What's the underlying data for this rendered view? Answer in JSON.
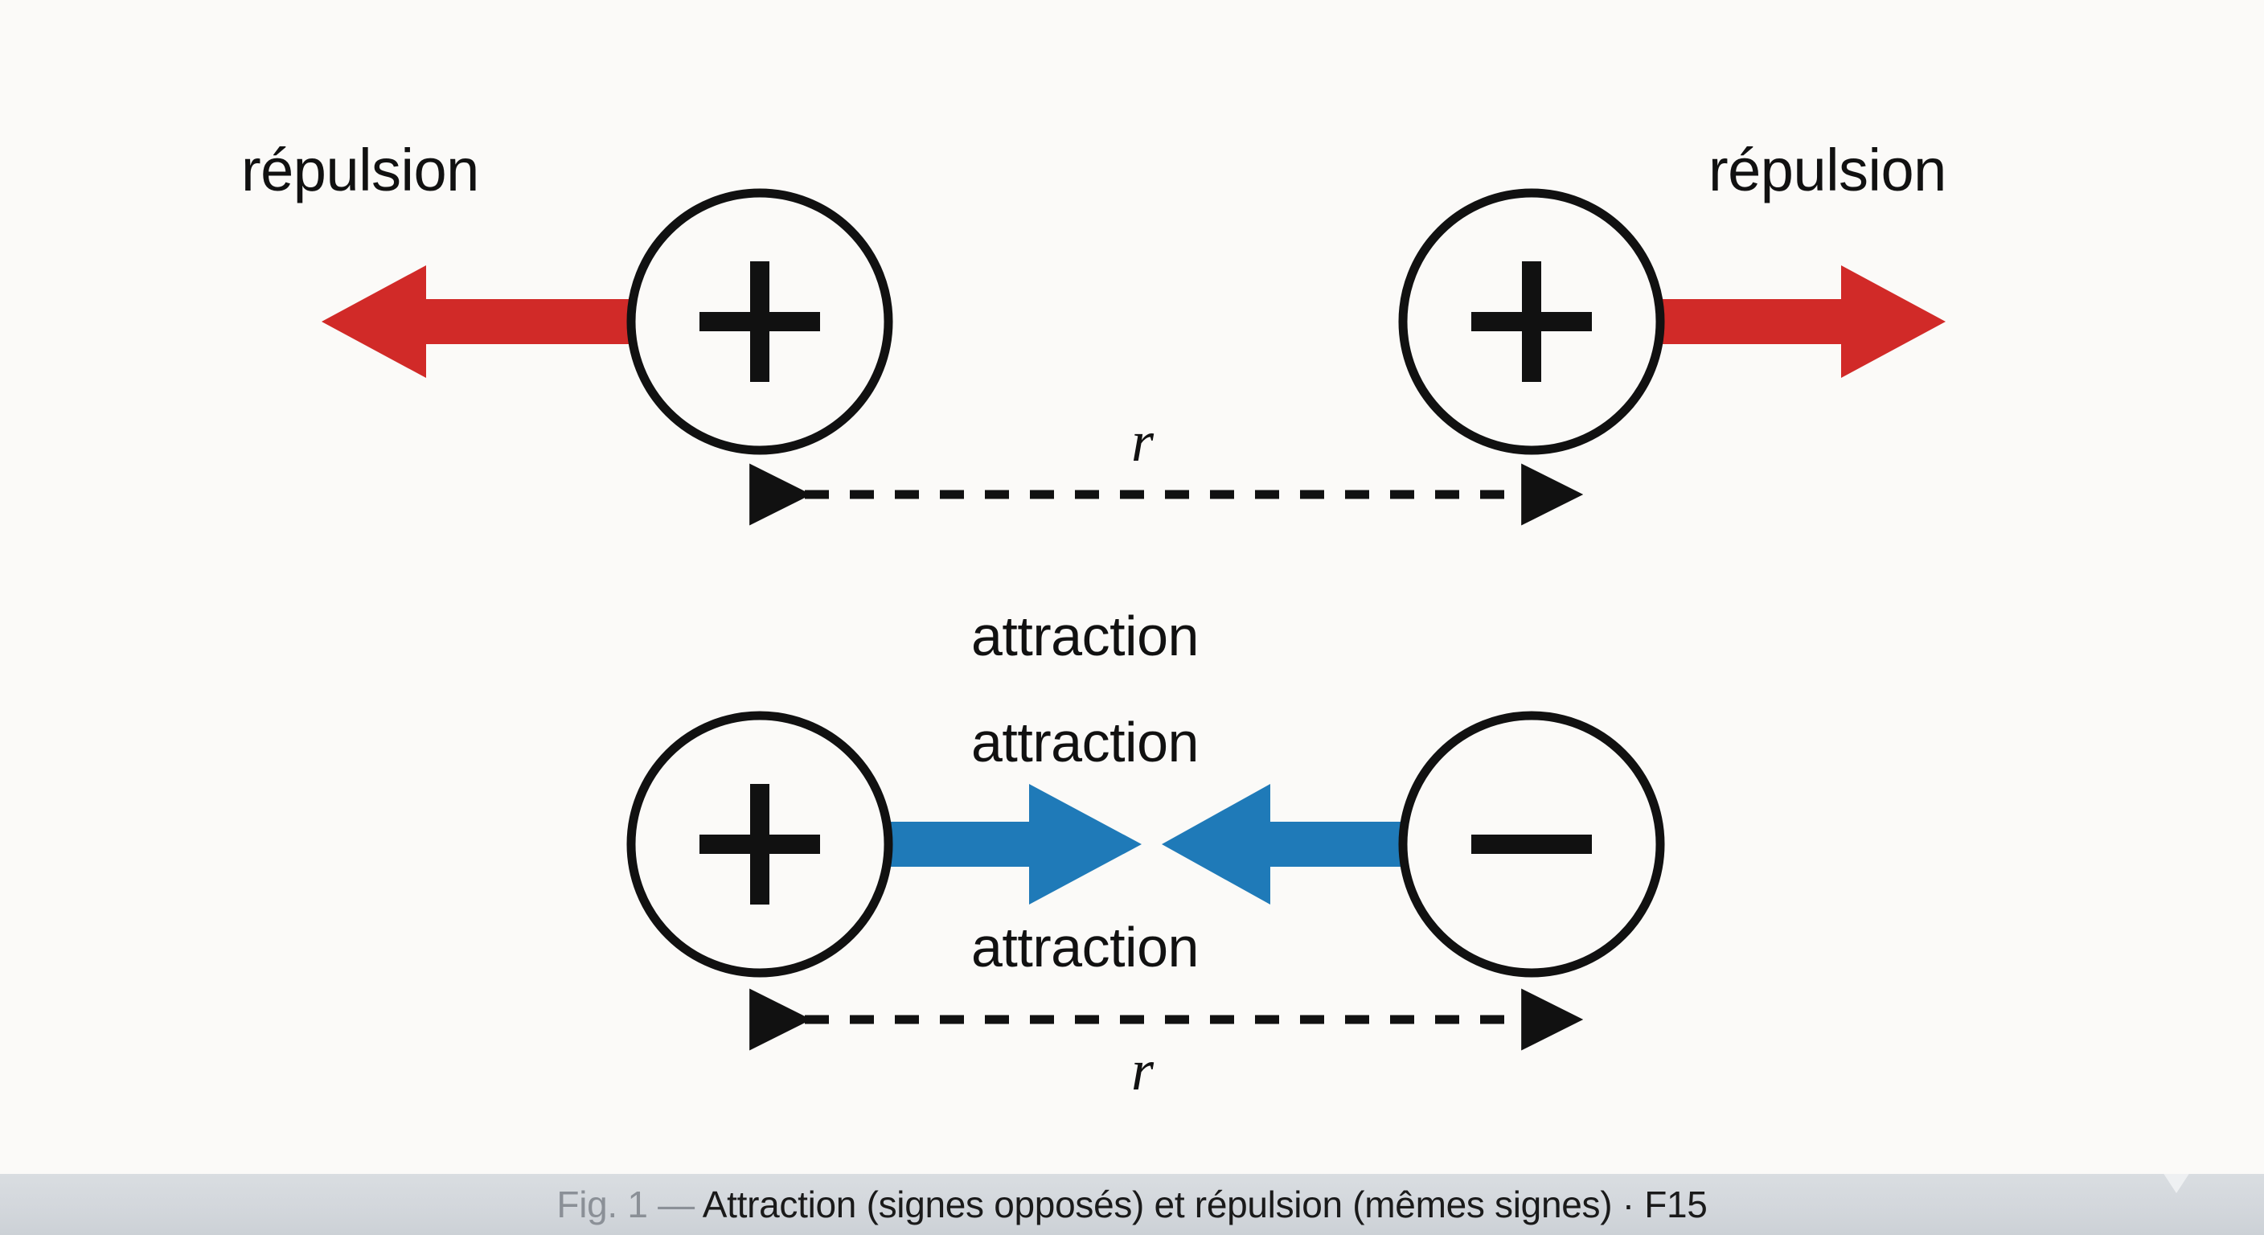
{
  "figure": {
    "background_color": "#fbfaf8",
    "repulsion_color": "#d12a28",
    "attraction_color": "#1f7ab8",
    "outline_color": "#111111",
    "rows": [
      {
        "id": "repulsion-row",
        "interaction": "repulsion",
        "left_label": "répulsion",
        "right_label": "répulsion",
        "left_charge_sign": "+",
        "right_charge_sign": "+",
        "distance_label": "r",
        "distance_label_position": "above"
      },
      {
        "id": "attraction-row",
        "interaction": "attraction",
        "labels": [
          "attraction",
          "attraction",
          "attraction"
        ],
        "left_charge_sign": "+",
        "right_charge_sign": "−",
        "distance_label": "r",
        "distance_label_position": "below"
      }
    ]
  },
  "caption": {
    "prefix": "Fig. 1 — ",
    "text": "Attraction (signes opposés) et répulsion (mêmes signes) · F15",
    "prefix_color": "#8b9097",
    "bar_color": "#d6dade"
  }
}
